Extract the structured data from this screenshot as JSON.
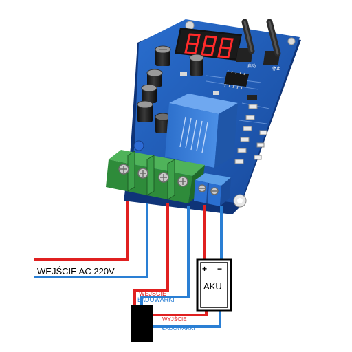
{
  "labels": {
    "ac_input": "WEJŚCIE AC 220V",
    "charger_in_1": "WEJŚCIE",
    "charger_in_2": "ŁADOWARKI",
    "charger_out_1": "WYJŚCIE",
    "charger_out_2": "ŁADOWARKI",
    "battery": "AKU",
    "battery_plus": "+",
    "battery_minus": "−"
  },
  "display": {
    "digits": "888"
  },
  "buttons": {
    "left": "启动",
    "right": "停止"
  },
  "colors": {
    "wire_positive": "#e02020",
    "wire_negative": "#2a7fd4",
    "board": "#1f5fb8",
    "terminal": "#2e8b3a",
    "relay": "#2f76d0",
    "display_digit": "#ff2a2a"
  },
  "icons": [
    "relay-block",
    "capacitor",
    "screw-terminal",
    "seven-segment-display",
    "push-button"
  ]
}
